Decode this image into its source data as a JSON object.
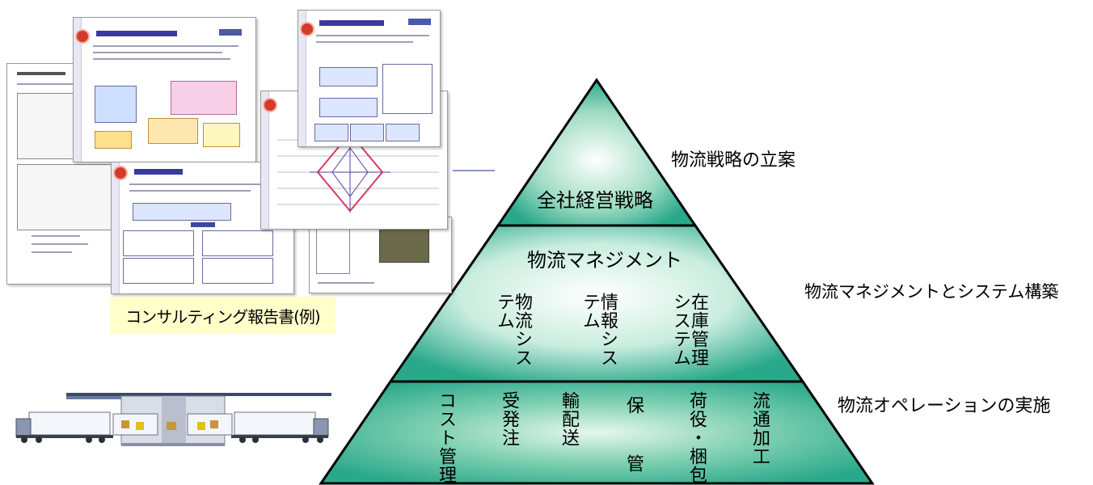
{
  "pyramid": {
    "top": {
      "title": "全社経営戦略"
    },
    "middle": {
      "title": "物流マネジメント",
      "systems": [
        {
          "id": "logistics",
          "label": "物流システム"
        },
        {
          "id": "information",
          "label": "情報システム"
        },
        {
          "id": "inventory",
          "label": "在庫管理システム"
        }
      ]
    },
    "bottom": {
      "operations": [
        {
          "id": "cost",
          "label": "コスト管理"
        },
        {
          "id": "ordering",
          "label": "受発注"
        },
        {
          "id": "delivery",
          "label": "輸配送"
        },
        {
          "id": "storage",
          "label": "保　管"
        },
        {
          "id": "handling",
          "label": "荷役・梱包"
        },
        {
          "id": "processing",
          "label": "流通加工"
        }
      ]
    },
    "colors": {
      "fill": "#2aa98a",
      "light": "#f2fbf6",
      "stroke": "#000000"
    }
  },
  "tier_labels": {
    "top": "物流戦略の立案",
    "middle": "物流マネジメントとシステム構築",
    "bottom": "物流オペレーションの実施"
  },
  "report_caption": "コンサルティング報告書(例)",
  "illustrations": {
    "reports": "consulting-report-thumbnails",
    "warehouse": "warehouse-truck-dock"
  }
}
